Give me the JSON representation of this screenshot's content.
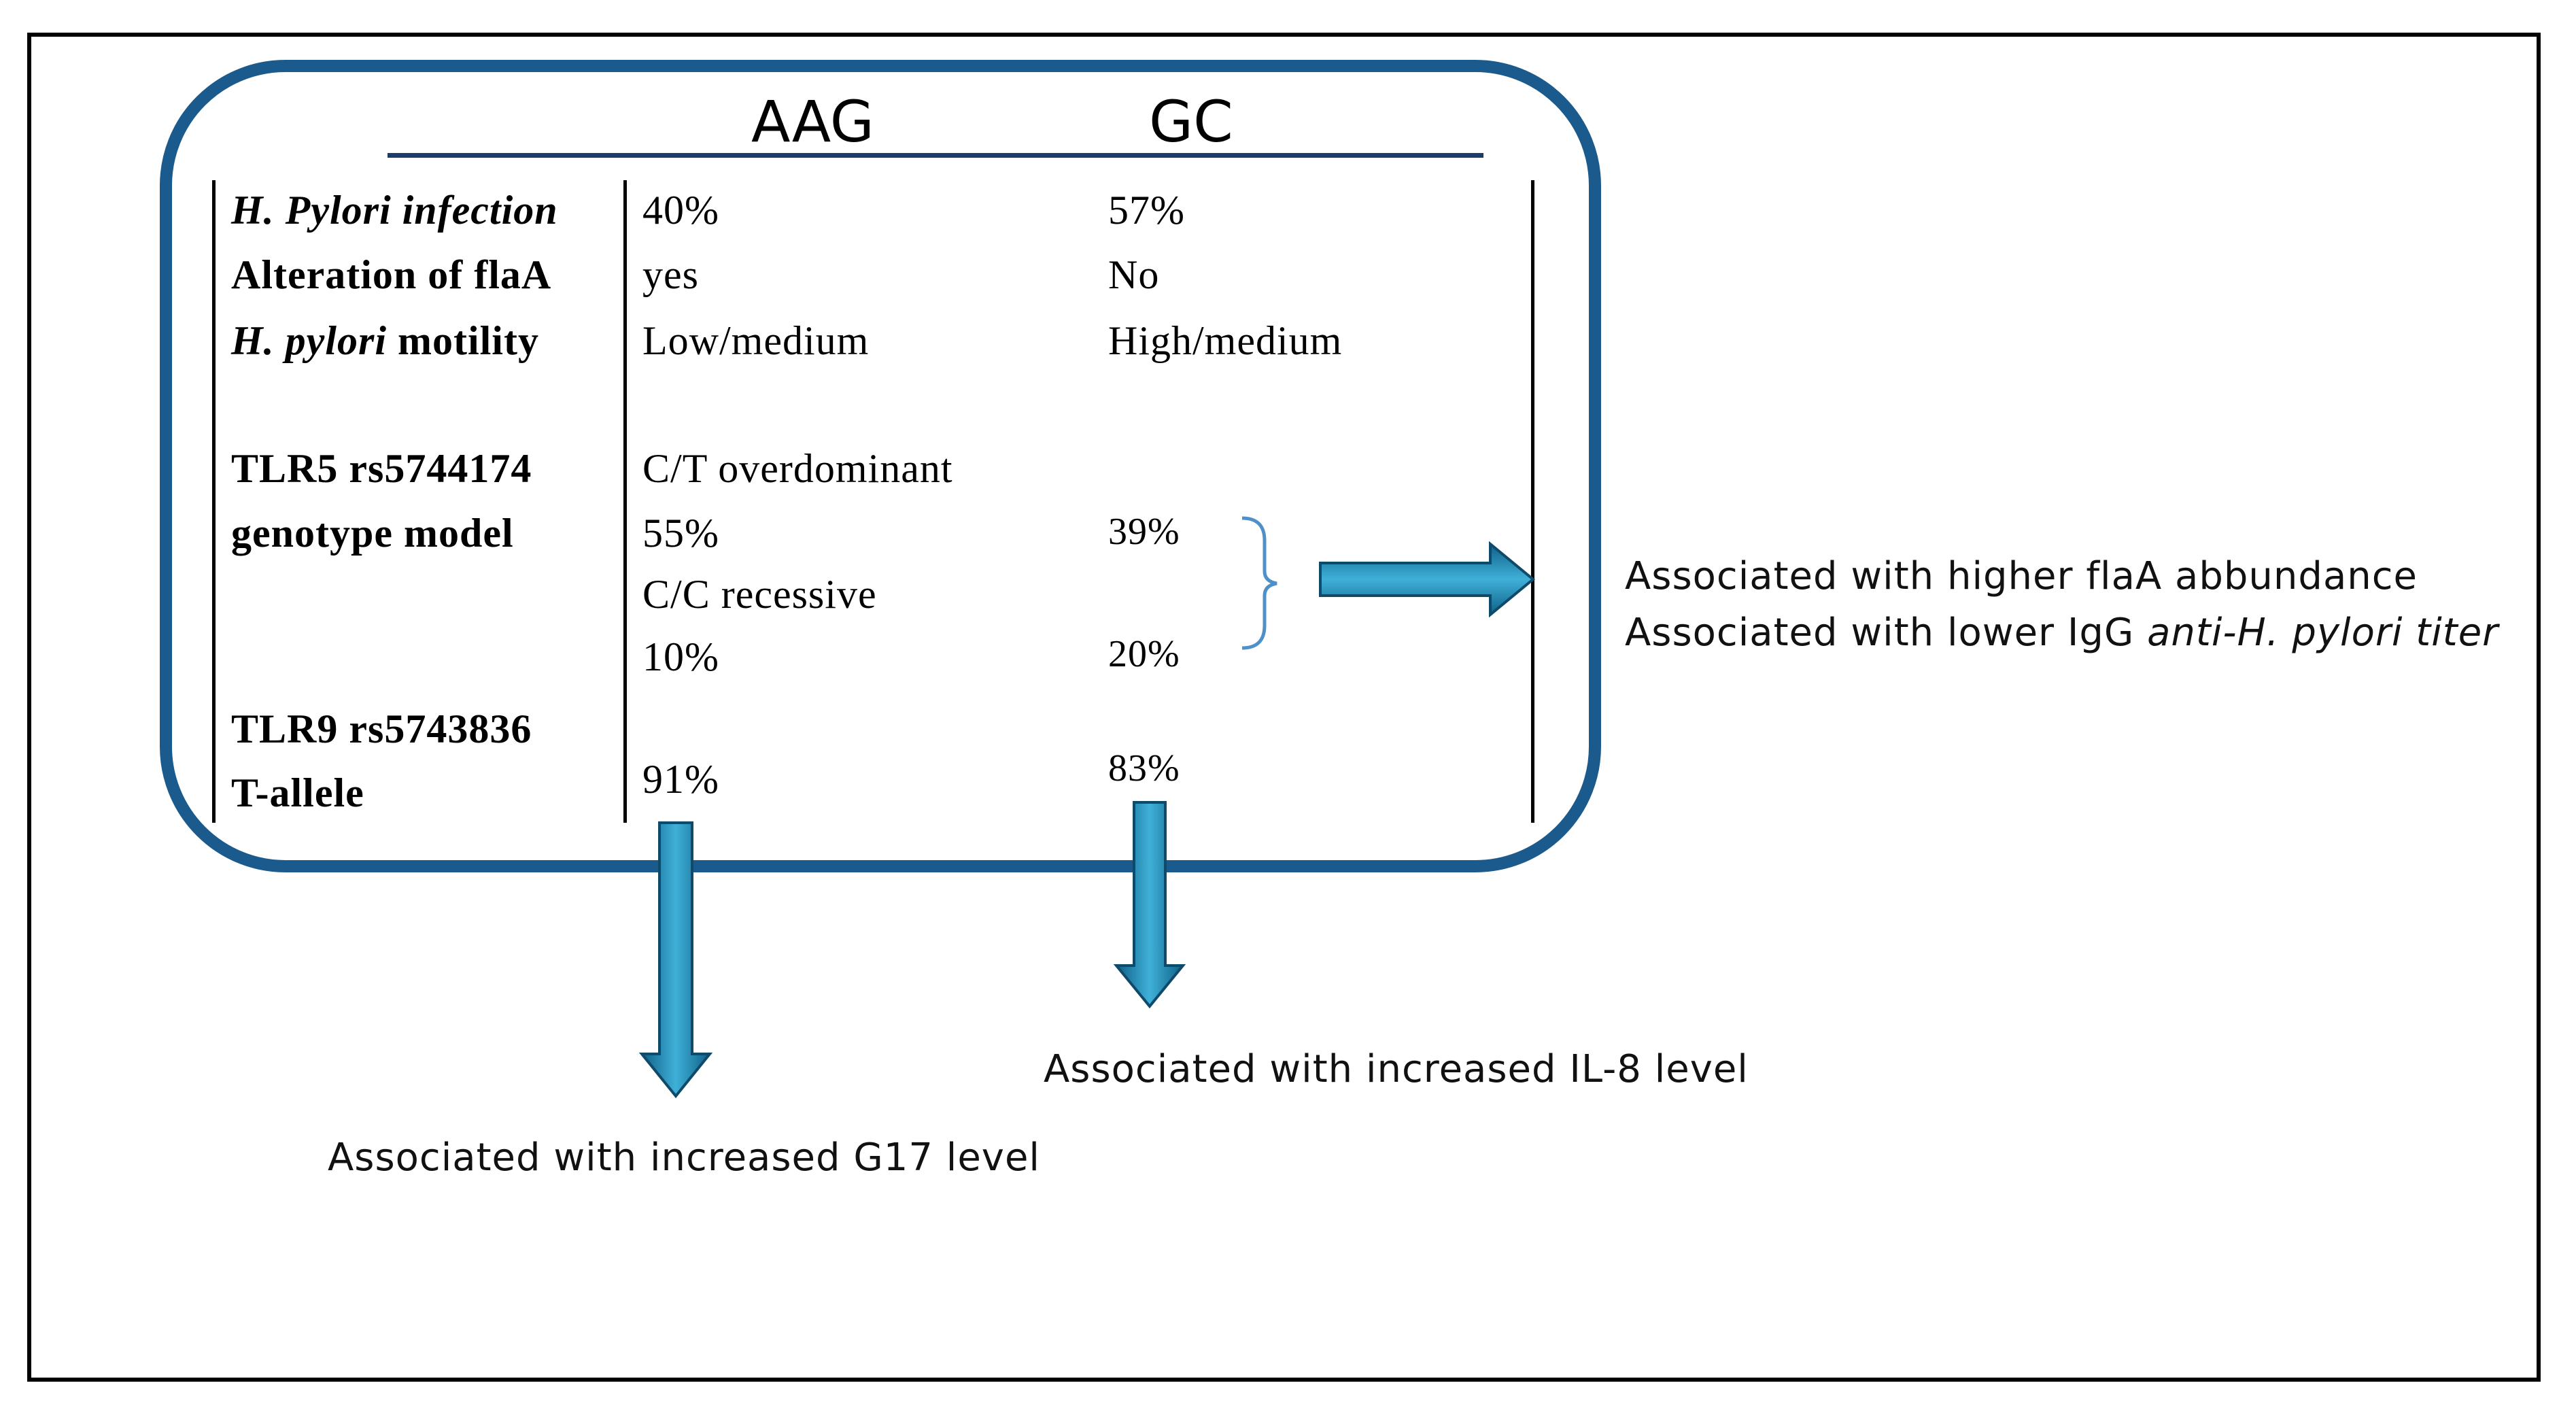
{
  "columns": {
    "aag": "AAG",
    "gc": "GC"
  },
  "rows": {
    "infection": {
      "label": "H. Pylori infection",
      "aag": "40%",
      "gc": "57%"
    },
    "flaa": {
      "label": "Alteration of flaA",
      "aag": "yes",
      "gc": "No"
    },
    "motility": {
      "label_italic": "H. pylori",
      "label_rest": " motility",
      "aag": "Low/medium",
      "gc": "High/medium"
    },
    "tlr5": {
      "label_line1": "TLR5 rs5744174",
      "label_line2": "genotype model",
      "aag_overdominant": "C/T overdominant",
      "aag_overdominant_pct": "55%",
      "gc_overdominant_pct": "39%",
      "aag_recessive": "C/C recessive",
      "aag_recessive_pct": "10%",
      "gc_recessive_pct": "20%"
    },
    "tlr9": {
      "label_line1": "TLR9 rs5743836",
      "label_line2": "T-allele",
      "aag": "91%",
      "gc": "83%"
    }
  },
  "notes": {
    "right_line1": "Associated with higher flaA abbundance",
    "right_line2_plain": "Associated with lower IgG ",
    "right_line2_italic": "anti-H. pylori titer",
    "aag_note": "Associated with increased G17 level",
    "gc_note": "Associated with increased IL-8 level"
  },
  "colors": {
    "panel_border": "#1a5a8c",
    "arrow": "#1f7fa8"
  }
}
